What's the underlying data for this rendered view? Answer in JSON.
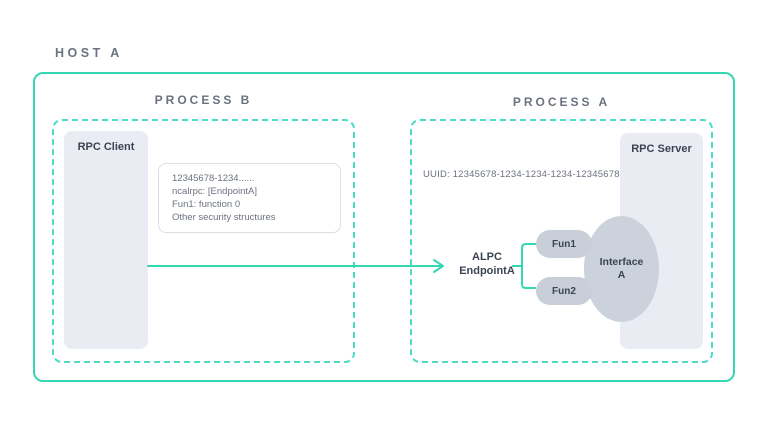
{
  "host": {
    "label": "HOST A"
  },
  "process_b": {
    "label": "PROCESS B",
    "client": {
      "label": "RPC Client"
    },
    "info_box": {
      "lines": [
        "12345678-1234......",
        "ncalrpc: [EndpointA]",
        "Fun1: function 0",
        "Other security structures"
      ]
    }
  },
  "process_a": {
    "label": "PROCESS A",
    "server": {
      "label": "RPC Server"
    },
    "uuid": "UUID: 12345678-1234-1234-1234-12345678",
    "endpoint": {
      "line1": "ALPC",
      "line2": "EndpointA"
    },
    "functions": [
      {
        "label": "Fun1"
      },
      {
        "label": "Fun2"
      }
    ],
    "interface": {
      "line1": "Interface",
      "line2": "A"
    }
  },
  "colors": {
    "teal_solid": "#35d6b2",
    "teal_dashed": "#4adcc5",
    "title_gray": "#6b7280",
    "dark_text": "#3c4453",
    "box_fill": "#e9edf3",
    "shape_fill": "#ccd2db",
    "info_border": "#dbdfe5"
  }
}
